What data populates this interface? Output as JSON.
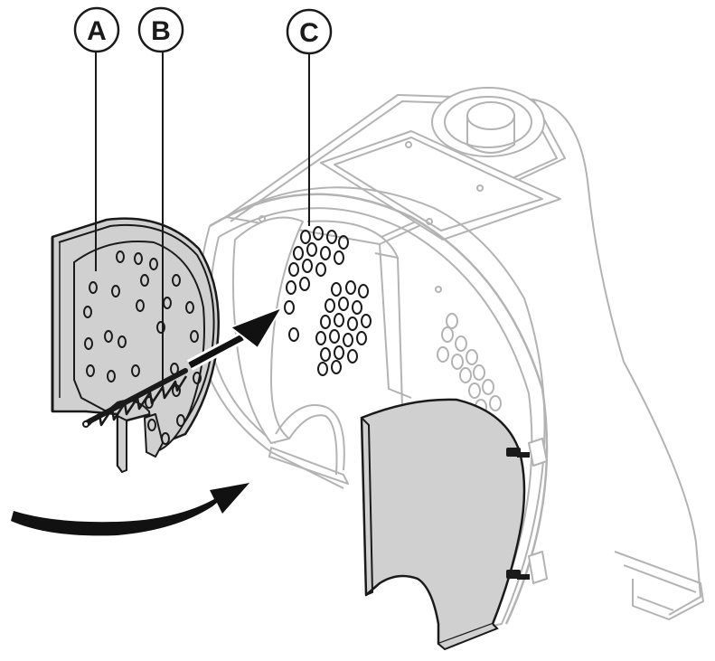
{
  "callouts": [
    {
      "id": "A",
      "label": "A"
    },
    {
      "id": "B",
      "label": "B"
    },
    {
      "id": "C",
      "label": "C"
    }
  ],
  "colors": {
    "outline_dark": "#1a1a1a",
    "outline_light": "#b3b3b3",
    "part_fill": "#d0d0d0",
    "boiler_fill": "#ffffff",
    "arrow_fill": "#111111"
  }
}
